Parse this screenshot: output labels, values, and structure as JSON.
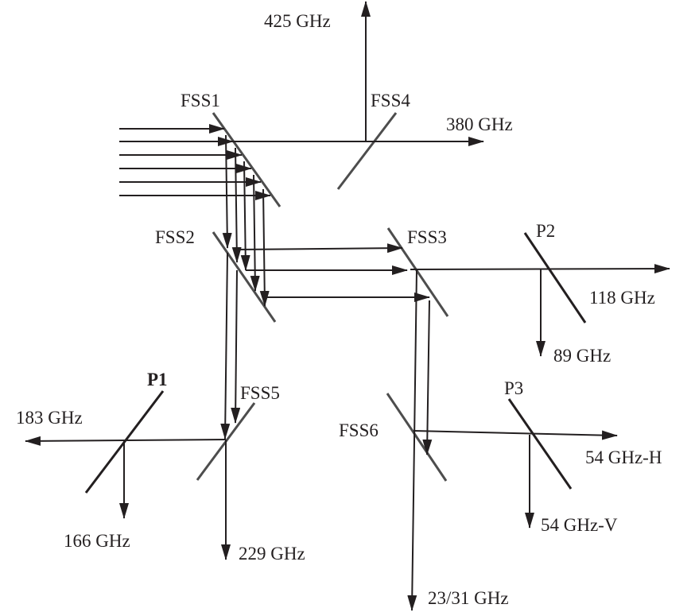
{
  "labels": {
    "fss1": "FSS1",
    "fss2": "FSS2",
    "fss3": "FSS3",
    "fss4": "FSS4",
    "fss5": "FSS5",
    "fss6": "FSS6",
    "p1": "P1",
    "p2": "P2",
    "p3": "P3",
    "f425": "425 GHz",
    "f380": "380 GHz",
    "f118": "118 GHz",
    "f89": "89 GHz",
    "f183": "183 GHz",
    "f166": "166 GHz",
    "f229": "229 GHz",
    "f54h": "54 GHz-H",
    "f54v": "54 GHz-V",
    "f2331": "23/31 GHz"
  },
  "colors": {
    "ray": "#231f20",
    "splitter": "#4d4d4d"
  }
}
